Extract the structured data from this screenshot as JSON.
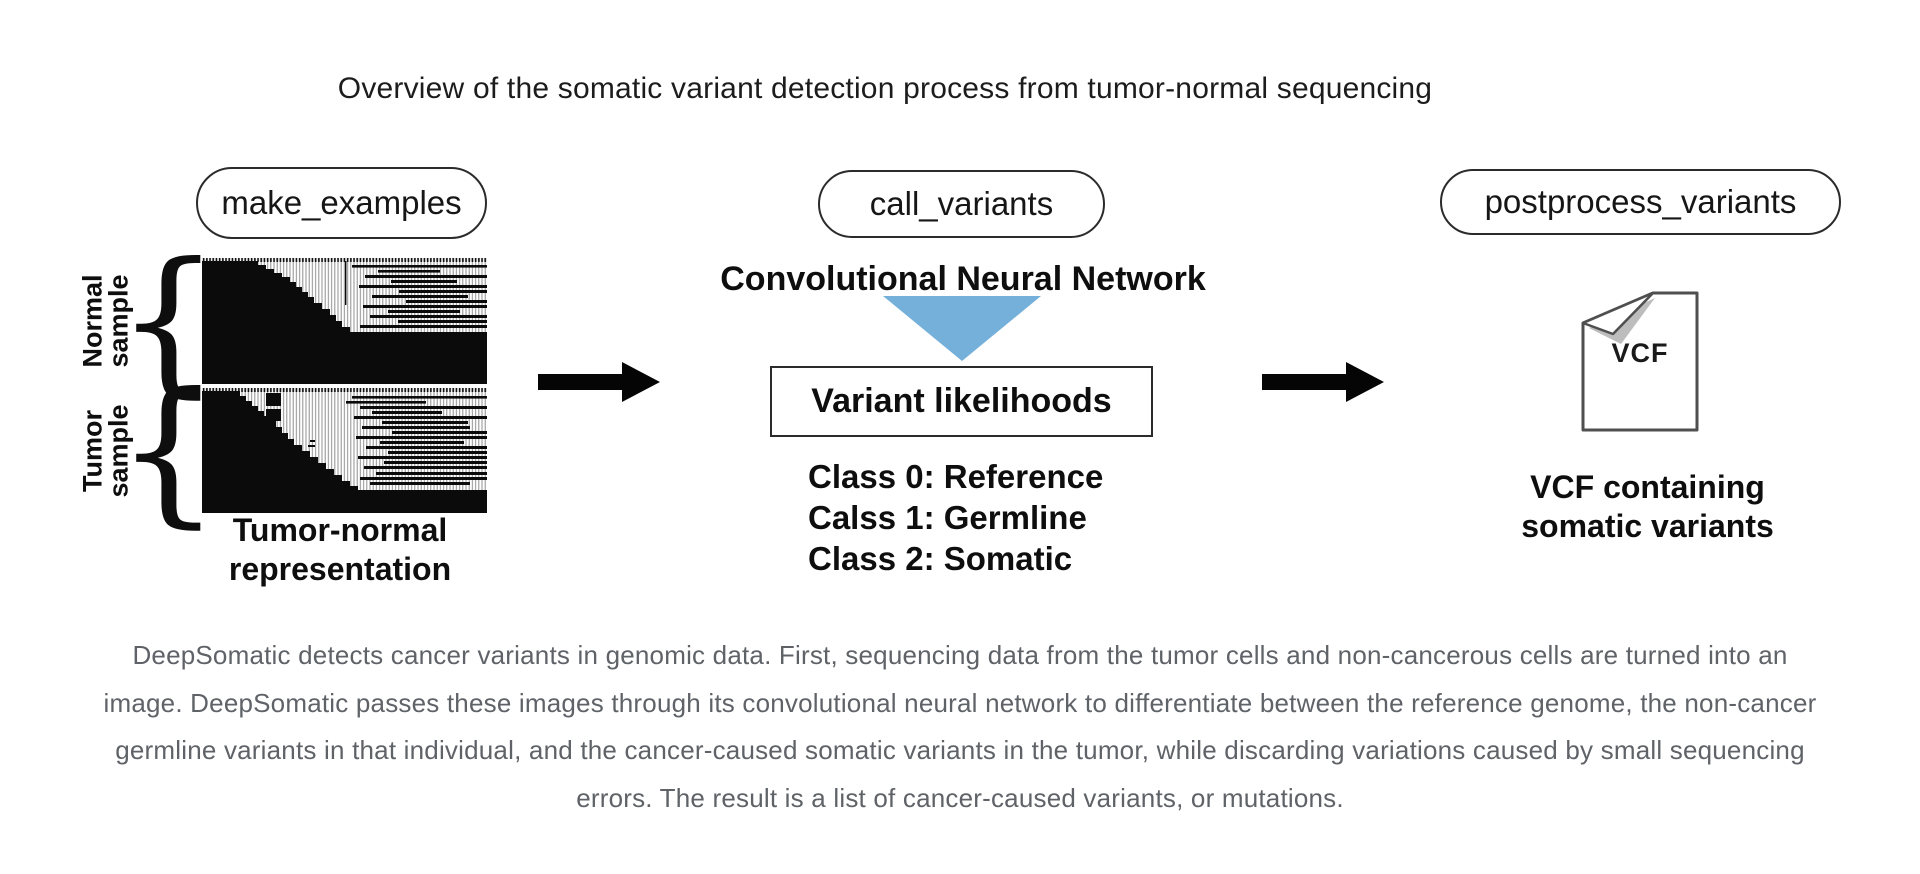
{
  "title": "Overview of the somatic variant detection process from tumor-normal sequencing",
  "pipeline": {
    "stages": [
      {
        "label": "make_examples"
      },
      {
        "label": "call_variants"
      },
      {
        "label": "postprocess_variants"
      }
    ]
  },
  "left": {
    "normal_label_line1": "Normal",
    "normal_label_line2": "sample",
    "tumor_label_line1": "Tumor",
    "tumor_label_line2": "sample",
    "brace": "{",
    "caption_line1": "Tumor-normal",
    "caption_line2": "representation"
  },
  "middle": {
    "cnn_label": "Convolutional Neural Network",
    "box_label": "Variant likelihoods",
    "classes": [
      "Class 0: Reference",
      "Calss 1: Germline",
      "Class 2: Somatic"
    ]
  },
  "right": {
    "doc_label": "VCF",
    "caption_line1": "VCF containing",
    "caption_line2": "somatic variants"
  },
  "description": {
    "lines": [
      "DeepSomatic detects cancer variants in genomic data. First, sequencing data from the tumor cells and non-cancerous cells are turned into an",
      "image. DeepSomatic passes these images through its convolutional neural network to differentiate between the reference genome, the non-cancer",
      "germline variants in that individual, and the cancer-caused somatic variants in the tumor, while discarding variations caused by small sequencing",
      "errors. The result is a list of cancer-caused variants, or mutations."
    ]
  },
  "colors": {
    "triangle_blue": "#74b0da",
    "description_gray": "#5f6368",
    "figure_black": "#0e0e0e"
  }
}
